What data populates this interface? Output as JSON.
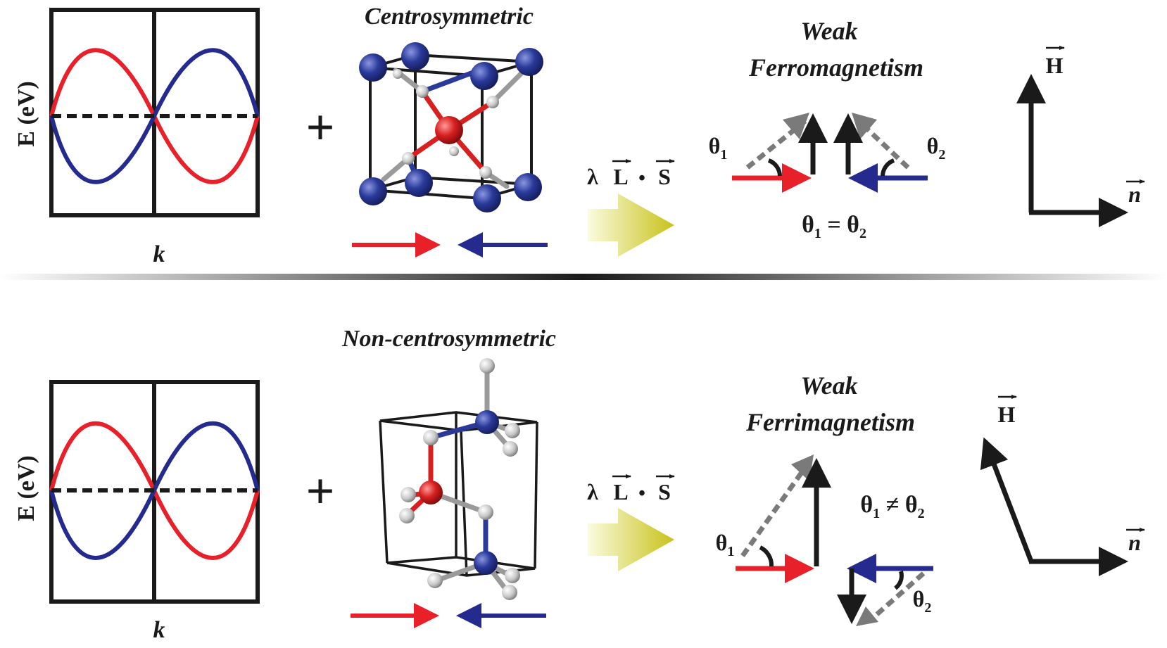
{
  "colors": {
    "red": "#e8202a",
    "blue": "#252a8f",
    "black": "#1a1a1a",
    "gray": "#7a7a7a",
    "yellow": "#c9c21a",
    "atom_blue": "#2a3a9a",
    "atom_red": "#d82020",
    "atom_white": "#d4d4d4"
  },
  "top": {
    "band_ylabel": "E (eV)",
    "band_xlabel": "k",
    "plus": "+",
    "structure_title": "Centrosymmetric",
    "soc_lambda": "λ",
    "soc_L": "L",
    "soc_dot": "•",
    "soc_S": "S",
    "result_title_1": "Weak",
    "result_title_2": "Ferromagnetism",
    "theta1": "θ",
    "theta1_sub": "1",
    "theta2": "θ",
    "theta2_sub": "2",
    "relation_theta_a": "θ",
    "relation_sub_a": "1",
    "relation_op": " = θ",
    "relation_sub_b": "2",
    "axis_H": "H",
    "axis_n": "n"
  },
  "bottom": {
    "band_ylabel": "E (eV)",
    "band_xlabel": "k",
    "plus": "+",
    "structure_title": "Non-centrosymmetric",
    "soc_lambda": "λ",
    "soc_L": "L",
    "soc_dot": "•",
    "soc_S": "S",
    "result_title_1": "Weak",
    "result_title_2": "Ferrimagnetism",
    "theta1": "θ",
    "theta1_sub": "1",
    "theta2": "θ",
    "theta2_sub": "2",
    "relation_theta_a": "θ",
    "relation_sub_a": "1",
    "relation_op": " ≠ θ",
    "relation_sub_b": "2",
    "axis_H": "H",
    "axis_n": "n"
  }
}
